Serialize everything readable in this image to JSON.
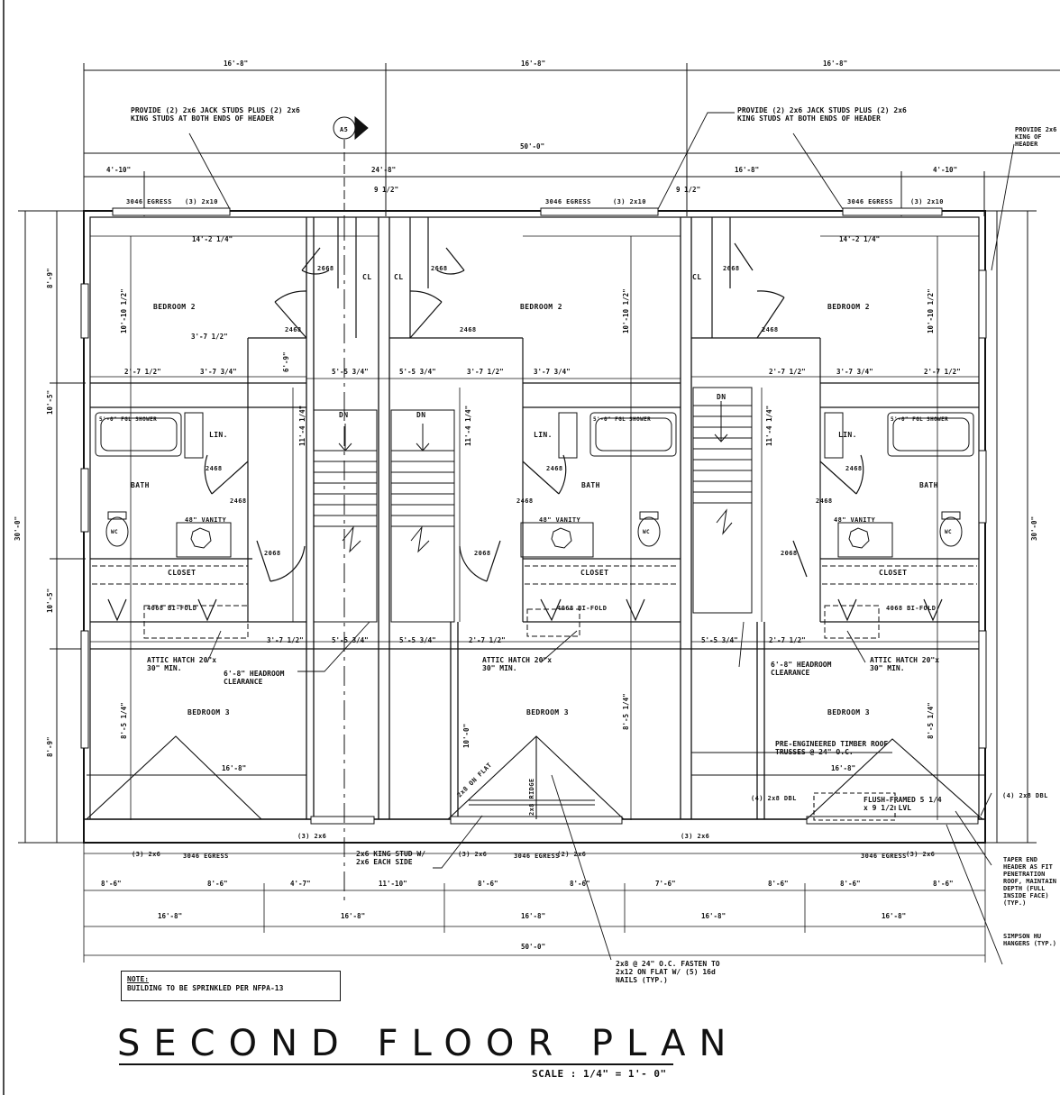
{
  "drawing": {
    "title": "SECOND FLOOR PLAN",
    "scale": "SCALE : 1/4\" = 1'- 0\"",
    "note_title": "NOTE:",
    "note_text": "BUILDING TO BE SPRINKLED PER NFPA-13"
  },
  "rooms": {
    "bedroom2_a": "BEDROOM 2",
    "bedroom2_b": "BEDROOM 2",
    "bedroom2_c": "BEDROOM 2",
    "bedroom3_a": "BEDROOM 3",
    "bedroom3_b": "BEDROOM 3",
    "bedroom3_c": "BEDROOM 3",
    "bath_a": "BATH",
    "bath_b": "BATH",
    "bath_c": "BATH",
    "lin_a": "LIN.",
    "lin_b": "LIN.",
    "lin_c": "LIN.",
    "closet_a": "CLOSET",
    "closet_b": "CLOSET",
    "closet_c": "CLOSET",
    "cl_a": "CL",
    "cl_b": "CL",
    "cl_c": "CL",
    "vanity": "48\" VANITY",
    "wc": "WC",
    "shower": "5'-0\" FGL SHOWER",
    "dn": "DN"
  },
  "doors": {
    "d2668": "2668",
    "d2468": "2468",
    "d2068": "2068",
    "bifold": "4068 BI-FOLD"
  },
  "callouts": {
    "jack_studs_1": "PROVIDE (2) 2x6 JACK STUDS PLUS (2) 2x6 KING STUDS AT BOTH ENDS OF HEADER",
    "jack_studs_2": "PROVIDE (2) 2x6 JACK STUDS PLUS (2) 2x6 KING STUDS AT BOTH ENDS OF HEADER",
    "jack_studs_3": "PROVIDE 2x6 KING OF HEADER",
    "attic_hatch": "ATTIC HATCH 20\"x 30\" MIN.",
    "headroom": "6'-8\" HEADROOM CLEARANCE",
    "king_stud": "2x6 KING STUD W/ 2x6 EACH SIDE",
    "fastening": "2x8 @ 24\" O.C. FASTEN TO 2x12 ON FLAT W/ (5) 16d NAILS (TYP.)",
    "roof_truss": "PRE-ENGINEERED TIMBER ROOF TRUSSES @ 24\" O.C.",
    "flush_framed": "FLUSH-FRAMED 5 1/4 x 9 1/2 LVL",
    "taper": "TAPER END HEADER AS FIT PENETRATION ROOF, MAINTAIN DEPTH (FULL INSIDE FACE) (TYP.)",
    "simpson": "SIMPSON HU HANGERS (TYP.)",
    "dbl_2x8_a": "(4) 2x8 DBL",
    "dbl_2x8_b": "(4) 2x8 DBL",
    "flat": "2x8 ON FLAT",
    "ridge": "2x8 RIDGE",
    "egress_win": "3046 EGRESS",
    "win_2x10": "(3) 2x10",
    "win_3x6": "(3) 2x6",
    "win_2x6": "(2) 2x6",
    "ap": "A5"
  },
  "dimensions": {
    "top_1": "16'-8\"",
    "top_2": "16'-8\"",
    "top_3": "16'-8\"",
    "top_total": "50'-0\"",
    "sub_1": "4'-10\"",
    "sub_2": "24'-8\"",
    "sub_3": "16'-8\"",
    "sub_4": "4'-10\"",
    "room_width": "14'-2 1/4\"",
    "bot_1": "8'-6\"",
    "bot_2": "8'-6\"",
    "bot_3": "4'-7\"",
    "bot_4": "11'-10\"",
    "bot_5": "8'-6\"",
    "bot_6": "8'-6\"",
    "bot_7": "7'-6\"",
    "bot_8": "8'-6\"",
    "bot_9": "8'-6\"",
    "bot_10": "8'-6\"",
    "bot_seg": "16'-8\"",
    "bot_total": "50'-0\"",
    "left_total": "30'-0\"",
    "right_total": "30'-0\"",
    "left_1": "8'-9\"",
    "left_2": "10'-5\"",
    "left_3": "10'-5\"",
    "left_4": "8'-9\"",
    "stair_a": "11'-4 1/4\"",
    "stair_b": "11'-4 1/4\"",
    "stair_c": "11'-4 1/4\"",
    "hall": "3'-7 1/2\"",
    "hall_b": "3'-7 1/2\"",
    "hall_c": "3'-7 1/2\"",
    "room_h": "10'-10 1/2\"",
    "room_h2": "10'-10 1/2\"",
    "bed3_h": "8'-5 1/4\"",
    "bed3_h2": "8'-5 1/4\"",
    "bed3_w": "16'-8\"",
    "bed3_w2": "16'-8\"",
    "nine_half": "9 1/2\"",
    "three_four": "3'-7 3/4\"",
    "five_four": "5'-5 3/4\"",
    "two_seven": "2'-7 1/2\"",
    "six_nine": "6'-9\"",
    "ten_zero": "10'-0\""
  }
}
